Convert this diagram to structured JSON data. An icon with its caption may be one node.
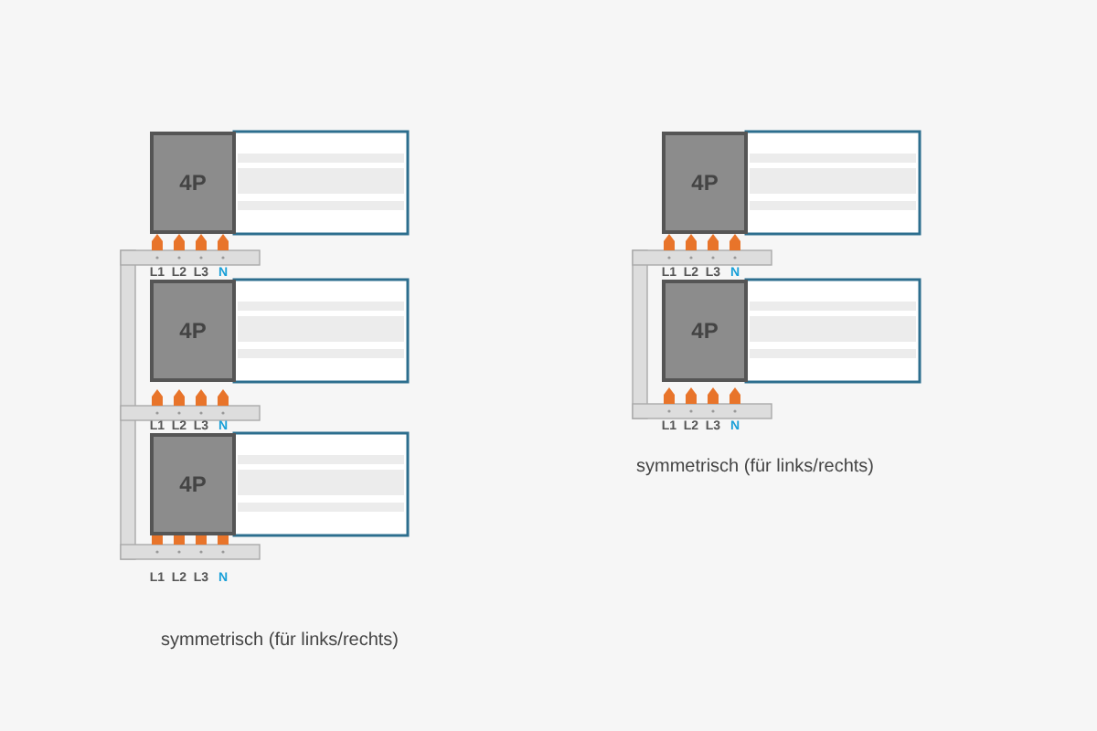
{
  "diagram": {
    "nodes": [
      {
        "text": [
          "4P"
        ]
      },
      {
        "text": [
          "4P"
        ]
      },
      {
        "text": [
          "4P"
        ]
      },
      {
        "text": [
          "4P"
        ]
      },
      {
        "text": [
          "4P"
        ]
      }
    ],
    "edges": [],
    "labels": [
      "L1",
      "L2",
      "L3",
      "N",
      "L1",
      "L2",
      "L3",
      "N",
      "L1",
      "L2",
      "L3",
      "N",
      "L1",
      "L2",
      "L3",
      "N",
      "symmetrisch (für links/rechts)",
      "L1",
      "L2",
      "L3",
      "N",
      "symmetrisch (für links/rechts)"
    ]
  }
}
